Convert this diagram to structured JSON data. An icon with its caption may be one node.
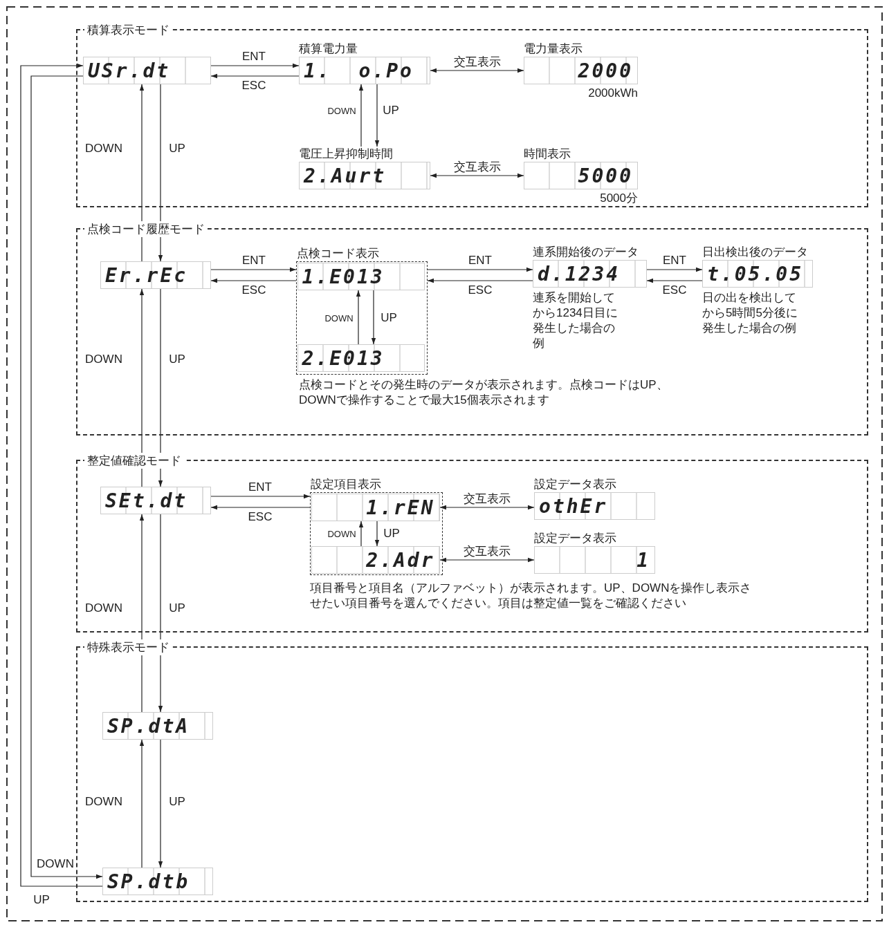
{
  "diagram": {
    "nodes": [
      {
        "text": [
          "積算表示モード"
        ]
      },
      {
        "text": [
          "USr.dt"
        ],
        "in": 0
      },
      {
        "text": [
          "積算電力量",
          "1.  o.Po"
        ],
        "in": 0
      },
      {
        "text": [
          "電力量表示",
          "2000"
        ],
        "beside": [
          "2000kWh"
        ],
        "in": 0
      },
      {
        "text": [
          "電圧上昇抑制時間",
          "2.Aurt"
        ],
        "in": 0
      },
      {
        "text": [
          "時間表示",
          "5000"
        ],
        "beside": [
          "5000分"
        ],
        "in": 0
      },
      {
        "text": [
          "点検コード履歴モード"
        ]
      },
      {
        "text": [
          "Er.rEc"
        ],
        "in": 6
      },
      {
        "text": [
          "点検コード表示"
        ],
        "beside": [
          "点検コードとその発生時のデータが表示されます。点検コードはUP、DOWNで操作することで最大15個表示されます"
        ],
        "in": 6
      },
      {
        "text": [
          "1.E013"
        ],
        "in": 8
      },
      {
        "text": [
          "2.E013"
        ],
        "in": 8
      },
      {
        "text": [
          "連系開始後のデータ",
          "d.1234"
        ],
        "beside": [
          "連系を開始してから1234日目に発生した場合の例"
        ],
        "in": 6
      },
      {
        "text": [
          "日出検出後のデータ",
          "t.05.05"
        ],
        "beside": [
          "日の出を検出してから5時間5分後に発生した場合の例"
        ],
        "in": 6
      },
      {
        "text": [
          "整定値確認モード"
        ]
      },
      {
        "text": [
          "SEt.dt"
        ],
        "in": 13
      },
      {
        "text": [
          "設定項目表示"
        ],
        "beside": [
          "項目番号と項目名（アルファベット）が表示されます。UP、DOWNを操作し表示させたい項目番号を選んでください。項目は整定値一覧をご確認ください"
        ],
        "in": 13
      },
      {
        "text": [
          "1.rEN"
        ],
        "in": 15
      },
      {
        "text": [
          "2.Adr"
        ],
        "in": 15
      },
      {
        "text": [
          "設定データ表示",
          "othEr"
        ],
        "in": 13
      },
      {
        "text": [
          "設定データ表示",
          "1"
        ],
        "in": 13
      },
      {
        "text": [
          "特殊表示モード"
        ]
      },
      {
        "text": [
          "SP.dtA"
        ],
        "in": 20
      },
      {
        "text": [
          "SP.dtb"
        ],
        "in": 20
      }
    ],
    "edges": [
      {
        "from": 1,
        "to": 2,
        "arrow": "to",
        "label": "ENT"
      },
      {
        "from": 2,
        "to": 1,
        "arrow": "to",
        "label": "ESC"
      },
      {
        "from": 2,
        "to": 3,
        "arrow": "both",
        "label": "交互表示"
      },
      {
        "from": 2,
        "to": 4,
        "arrow": "to",
        "label": "UP"
      },
      {
        "from": 4,
        "to": 2,
        "arrow": "to",
        "label": "DOWN"
      },
      {
        "from": 4,
        "to": 5,
        "arrow": "both",
        "label": "交互表示"
      },
      {
        "from": 1,
        "to": 7,
        "arrow": "to",
        "label": "UP"
      },
      {
        "from": 7,
        "to": 1,
        "arrow": "to",
        "label": "DOWN"
      },
      {
        "from": 7,
        "to": 8,
        "arrow": "to",
        "label": "ENT"
      },
      {
        "from": 8,
        "to": 7,
        "arrow": "to",
        "label": "ESC"
      },
      {
        "from": 9,
        "to": 10,
        "arrow": "to",
        "label": "UP"
      },
      {
        "from": 10,
        "to": 9,
        "arrow": "to",
        "label": "DOWN"
      },
      {
        "from": 8,
        "to": 11,
        "arrow": "to",
        "label": "ENT"
      },
      {
        "from": 11,
        "to": 8,
        "arrow": "to",
        "label": "ESC"
      },
      {
        "from": 11,
        "to": 12,
        "arrow": "to",
        "label": "ENT"
      },
      {
        "from": 12,
        "to": 11,
        "arrow": "to",
        "label": "ESC"
      },
      {
        "from": 7,
        "to": 14,
        "arrow": "to",
        "label": "UP"
      },
      {
        "from": 14,
        "to": 7,
        "arrow": "to",
        "label": "DOWN"
      },
      {
        "from": 14,
        "to": 15,
        "arrow": "to",
        "label": "ENT"
      },
      {
        "from": 15,
        "to": 14,
        "arrow": "to",
        "label": "ESC"
      },
      {
        "from": 16,
        "to": 17,
        "arrow": "to",
        "label": "UP"
      },
      {
        "from": 17,
        "to": 16,
        "arrow": "to",
        "label": "DOWN"
      },
      {
        "from": 16,
        "to": 18,
        "arrow": "both",
        "label": "交互表示"
      },
      {
        "from": 17,
        "to": 19,
        "arrow": "both",
        "label": "交互表示"
      },
      {
        "from": 14,
        "to": 21,
        "arrow": "to",
        "label": "UP"
      },
      {
        "from": 21,
        "to": 14,
        "arrow": "to",
        "label": "DOWN"
      },
      {
        "from": 21,
        "to": 22,
        "arrow": "to",
        "label": "UP"
      },
      {
        "from": 22,
        "to": 21,
        "arrow": "to",
        "label": "DOWN"
      },
      {
        "from": 22,
        "to": 1,
        "arrow": "to",
        "label": "UP"
      },
      {
        "from": 1,
        "to": 22,
        "arrow": "to",
        "label": "DOWN"
      }
    ]
  }
}
